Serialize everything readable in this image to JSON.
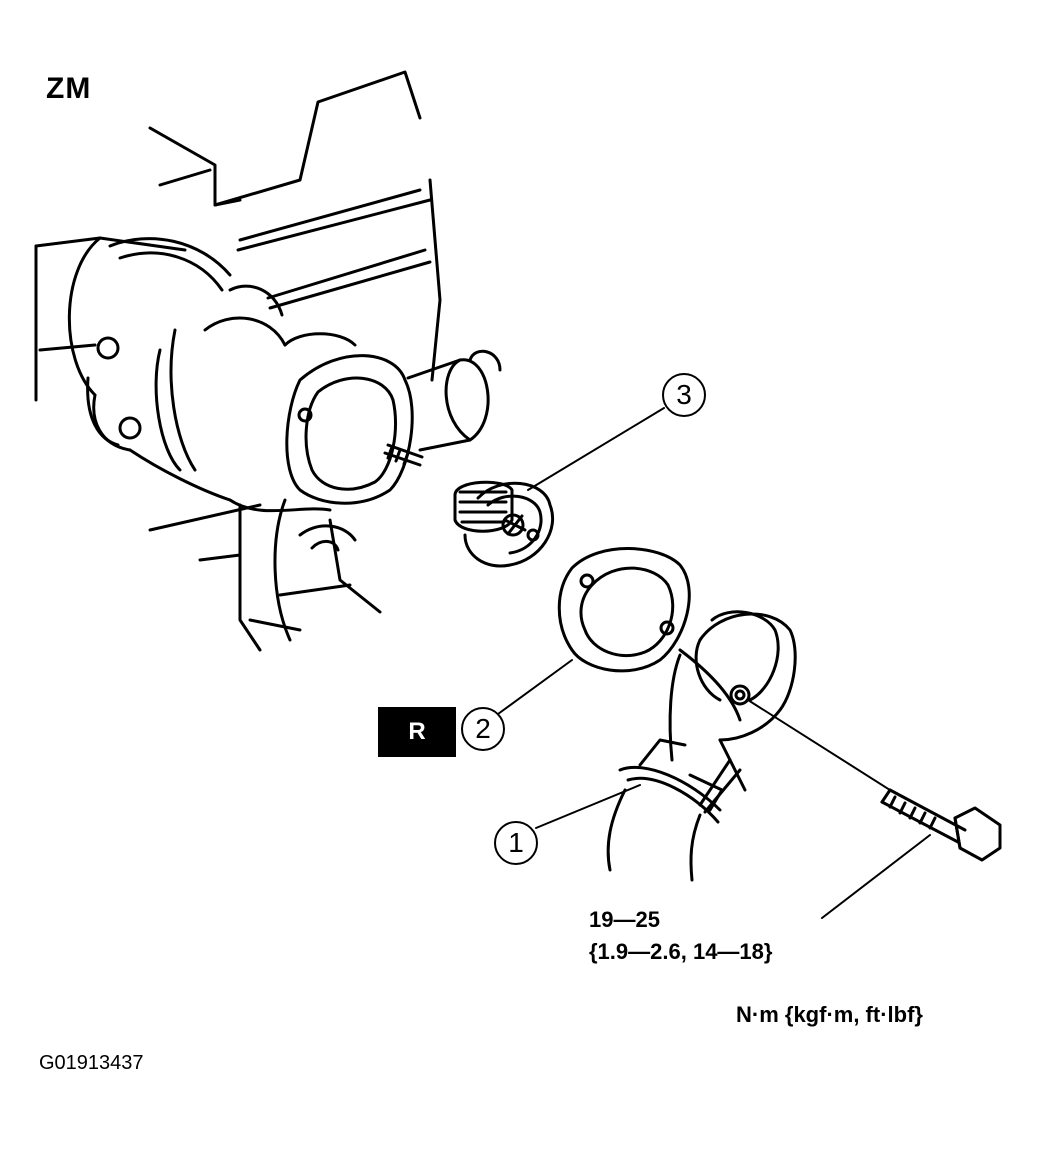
{
  "diagram": {
    "engine_code": "ZM",
    "callouts": {
      "thermostat": "3",
      "gasket": "2",
      "hose_clamp": "1"
    },
    "replace_badge": "R",
    "torque": {
      "range": "19—25",
      "alt_units": "{1.9—2.6, 14—18}"
    },
    "units": "N·m {kgf·m, ft·lbf}",
    "figure_id": "G01913437"
  }
}
